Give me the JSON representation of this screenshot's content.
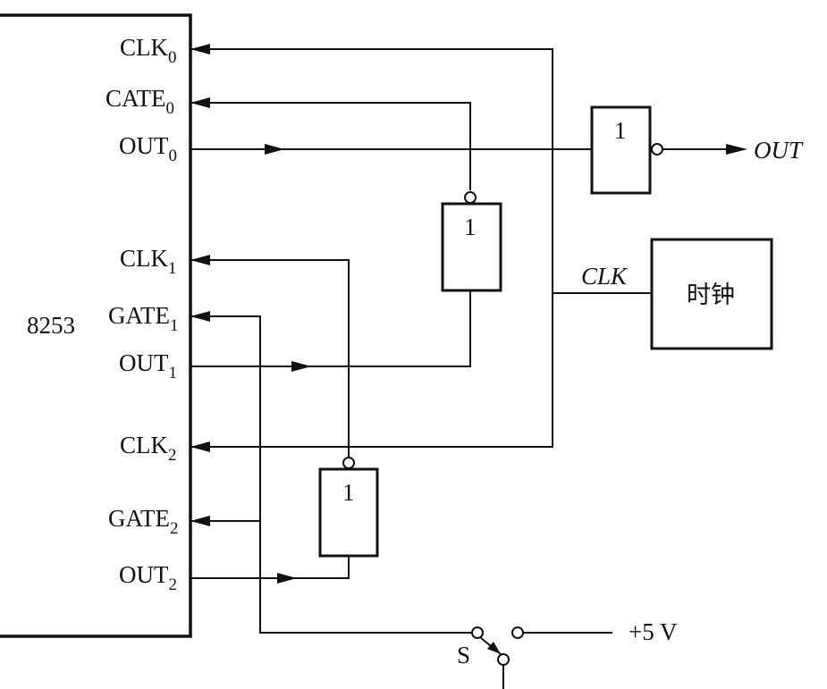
{
  "chip": {
    "label": "8253",
    "pins": [
      {
        "id": "clk0",
        "base": "CLK",
        "sub": "0"
      },
      {
        "id": "gate0",
        "base": "CATE",
        "sub": "0"
      },
      {
        "id": "out0",
        "base": "OUT",
        "sub": "0"
      },
      {
        "id": "clk1",
        "base": "CLK",
        "sub": "1"
      },
      {
        "id": "gate1",
        "base": "GATE",
        "sub": "1"
      },
      {
        "id": "out1",
        "base": "OUT",
        "sub": "1"
      },
      {
        "id": "clk2",
        "base": "CLK",
        "sub": "2"
      },
      {
        "id": "gate2",
        "base": "GATE",
        "sub": "2"
      },
      {
        "id": "out2",
        "base": "OUT",
        "sub": "2"
      }
    ]
  },
  "gates": {
    "output_inverter": "1",
    "middle_inverter": "1",
    "lower_inverter": "1"
  },
  "clock": {
    "box_label": "时钟",
    "line_label": "CLK"
  },
  "output_label": "OUT",
  "switch": {
    "label": "S",
    "supply": "+5 V"
  }
}
